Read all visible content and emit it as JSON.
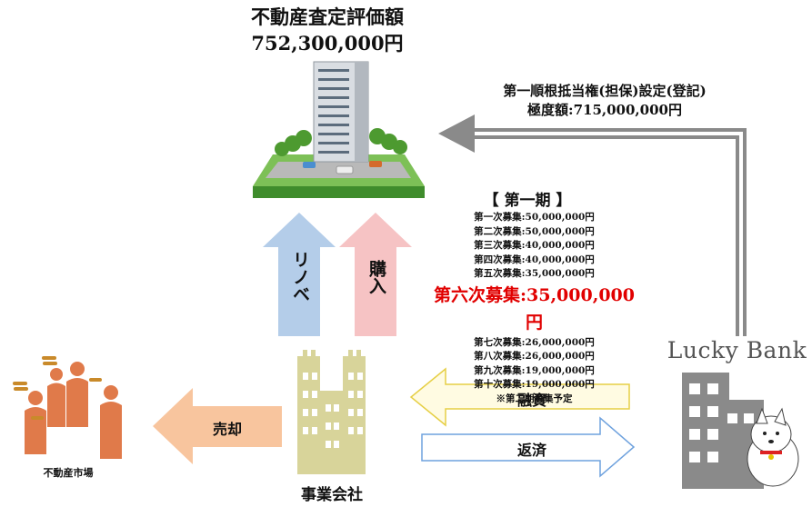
{
  "valuation": {
    "label": "不動産査定評価額",
    "amount": "752,300,000円"
  },
  "lien": {
    "line1": "第一順根抵当権(担保)設定(登記)",
    "line2": "極度額:715,000,000円"
  },
  "phase": {
    "title": "【 第一期 】",
    "rounds": [
      "第一次募集:50,000,000円",
      "第二次募集:50,000,000円",
      "第三次募集:40,000,000円",
      "第四次募集:40,000,000円",
      "第五次募集:35,000,000円",
      "第六次募集:35,000,000円",
      "第七次募集:26,000,000円",
      "第八次募集:26,000,000円",
      "第九次募集:19,000,000円",
      "第十次募集:19,000,000円"
    ],
    "note": "※第二期募集予定"
  },
  "arrows": {
    "renovation": "リノベ",
    "purchase": "購入",
    "financing": "融資",
    "repayment": "返済",
    "sale": "売却"
  },
  "actors": {
    "company": "事業会社",
    "market": "不動産市場",
    "bank": "Lucky Bank"
  },
  "colors": {
    "highlight": "#e10000",
    "renovation_arrow": "#b4cde9",
    "purchase_arrow": "#f6c3c4",
    "sale_arrow": "#f8c59e",
    "financing_arrow": "#f1e58a",
    "repayment_arrow": "#8fb6e6",
    "company_building": "#d8d49a",
    "bank_building": "#8a8a8a"
  },
  "icons": [
    "property-building-illustration",
    "company-building-icon",
    "bank-building-icon",
    "dog-mascot-icon",
    "investor-people-icon",
    "lien-arrow-icon"
  ]
}
